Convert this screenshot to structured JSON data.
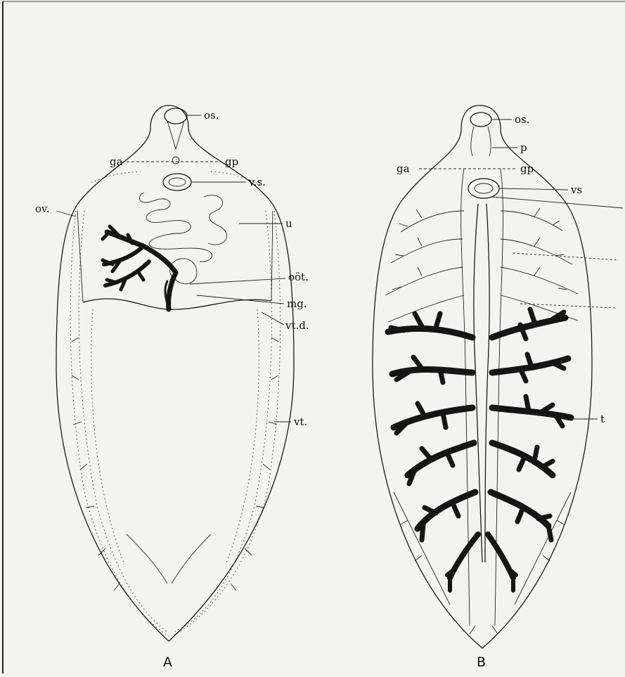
{
  "figure": {
    "panel_a": {
      "caption": "A",
      "labels": {
        "os": "os.",
        "ga": "ga",
        "gp": "gp",
        "vs": "v.s.",
        "ov": "ov.",
        "u": "u",
        "oot": "oöt.",
        "mg": "mg.",
        "vtd": "vt.d.",
        "vt": "vt."
      }
    },
    "panel_b": {
      "caption": "B",
      "labels": {
        "os": "os.",
        "p": "p",
        "ga": "ga",
        "gp": "gp",
        "vs": "vs",
        "t": "t"
      }
    }
  },
  "colors": {
    "ink": "#1a1a1a",
    "paper": "#f3f3f1"
  }
}
